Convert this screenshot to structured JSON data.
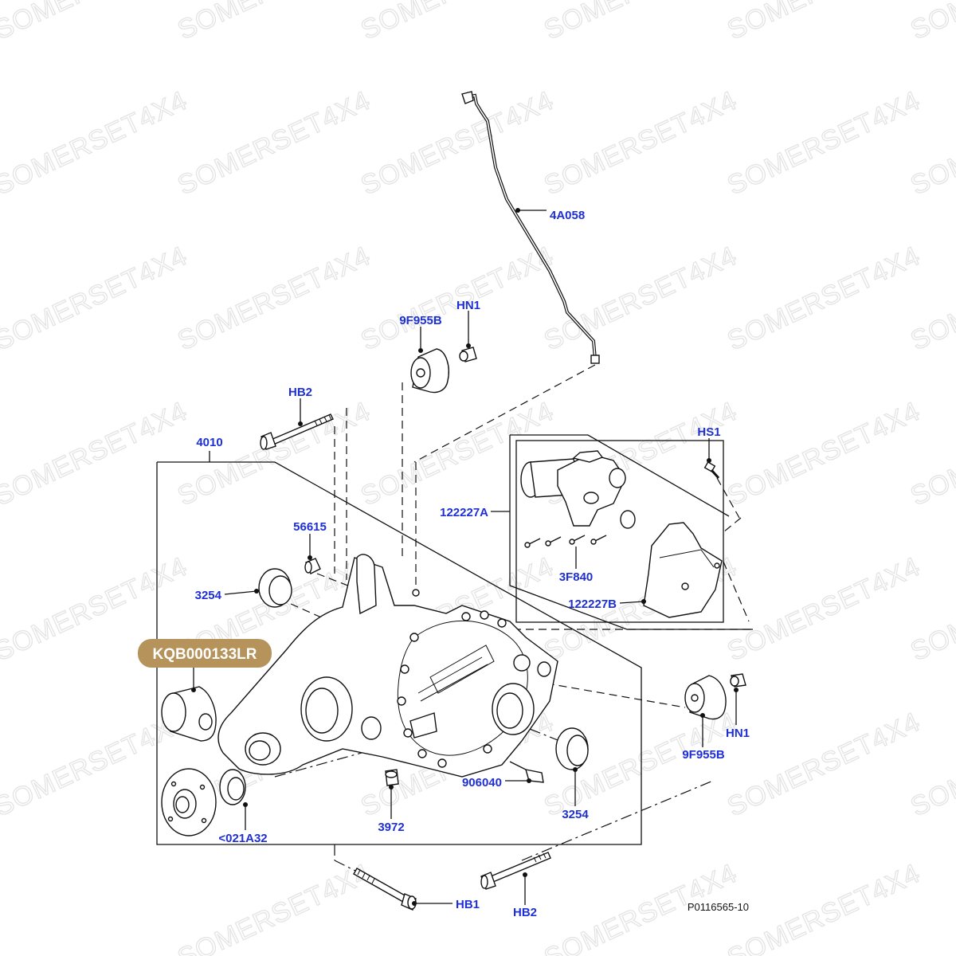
{
  "watermark": "SOMERSET4X4",
  "badge": {
    "label": "KQB000133LR",
    "color": "#b5935a"
  },
  "figure_ref": "P0116565-10",
  "callout_color": "#1e2fd6",
  "callouts": {
    "c4A058": "4A058",
    "c9F955B_top": "9F955B",
    "cHN1_top": "HN1",
    "cHB2_top": "HB2",
    "c4010": "4010",
    "cHS1": "HS1",
    "c122227A": "122227A",
    "c56615": "56615",
    "c3254_left": "3254",
    "c3F840": "3F840",
    "c122227B": "122227B",
    "cHN1_right": "HN1",
    "c9F955B_right": "9F955B",
    "c906040": "906040",
    "c3254_right": "3254",
    "c3972": "3972",
    "c021A32": "<021A32",
    "cHB1": "HB1",
    "cHB2_bottom": "HB2"
  }
}
